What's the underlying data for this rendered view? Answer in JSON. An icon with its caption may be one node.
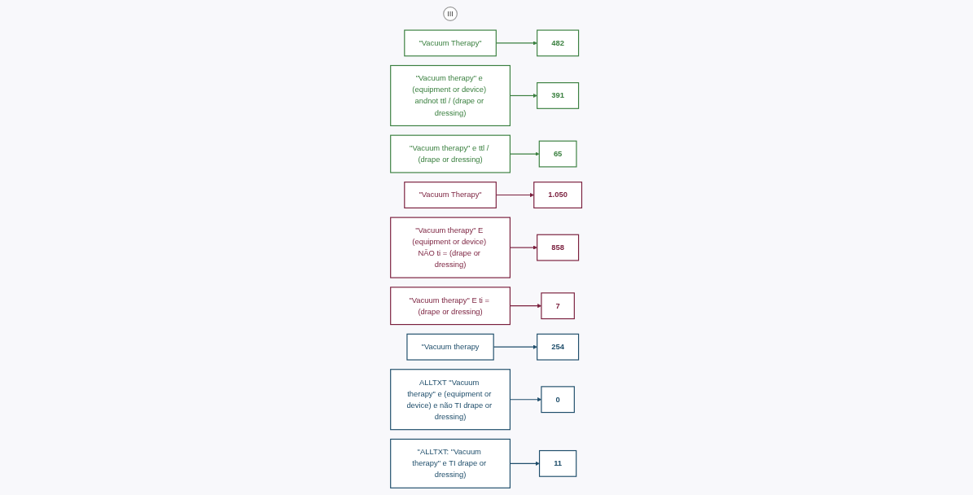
{
  "diagram": {
    "nodes": [
      {
        "text": [
          "III"
        ]
      },
      {
        "text": [
          "\"Vacuum Therapy\""
        ]
      },
      {
        "text": [
          "482"
        ]
      },
      {
        "text": [
          "\"Vacuum therapy\" e (equipment or device) andnot ttl / (drape or dressing)"
        ]
      },
      {
        "text": [
          "391"
        ]
      },
      {
        "text": [
          "\"Vacuum therapy\" e ttl / (drape or dressing)"
        ]
      },
      {
        "text": [
          "65"
        ]
      },
      {
        "text": [
          "\"Vacuum Therapy\""
        ]
      },
      {
        "text": [
          "1.050"
        ]
      },
      {
        "text": [
          "\"Vacuum therapy\" E (equipment or device) NÃO ti = (drape or dressing)"
        ]
      },
      {
        "text": [
          "858"
        ]
      },
      {
        "text": [
          "\"Vacuum therapy\" E ti = (drape or dressing)"
        ]
      },
      {
        "text": [
          "7"
        ]
      },
      {
        "text": [
          "\"Vacuum therapy"
        ]
      },
      {
        "text": [
          "254"
        ]
      },
      {
        "text": [
          "ALLTXT \"Vacuum therapy\" e (equipment or device) e não TI drape or dressing)"
        ]
      },
      {
        "text": [
          "0"
        ]
      },
      {
        "text": [
          "\"ALLTXT: \"Vacuum therapy\" e TI drape or dressing)"
        ]
      },
      {
        "text": [
          "11"
        ]
      }
    ],
    "edges": [
      {
        "from": 1,
        "to": 2,
        "arrow": "to",
        "color": "#3b8040"
      },
      {
        "from": 3,
        "to": 4,
        "arrow": "to",
        "color": "#3b8040"
      },
      {
        "from": 5,
        "to": 6,
        "arrow": "to",
        "color": "#3b8040"
      },
      {
        "from": 7,
        "to": 8,
        "arrow": "to",
        "color": "#7a1f3d"
      },
      {
        "from": 9,
        "to": 10,
        "arrow": "to",
        "color": "#7a1f3d"
      },
      {
        "from": 11,
        "to": 12,
        "arrow": "to",
        "color": "#7a1f3d"
      },
      {
        "from": 13,
        "to": 14,
        "arrow": "to",
        "color": "#1f4e6b"
      },
      {
        "from": 15,
        "to": 16,
        "arrow": "to",
        "color": "#1f4e6b"
      },
      {
        "from": 17,
        "to": 18,
        "arrow": "to",
        "color": "#1f4e6b"
      }
    ]
  }
}
